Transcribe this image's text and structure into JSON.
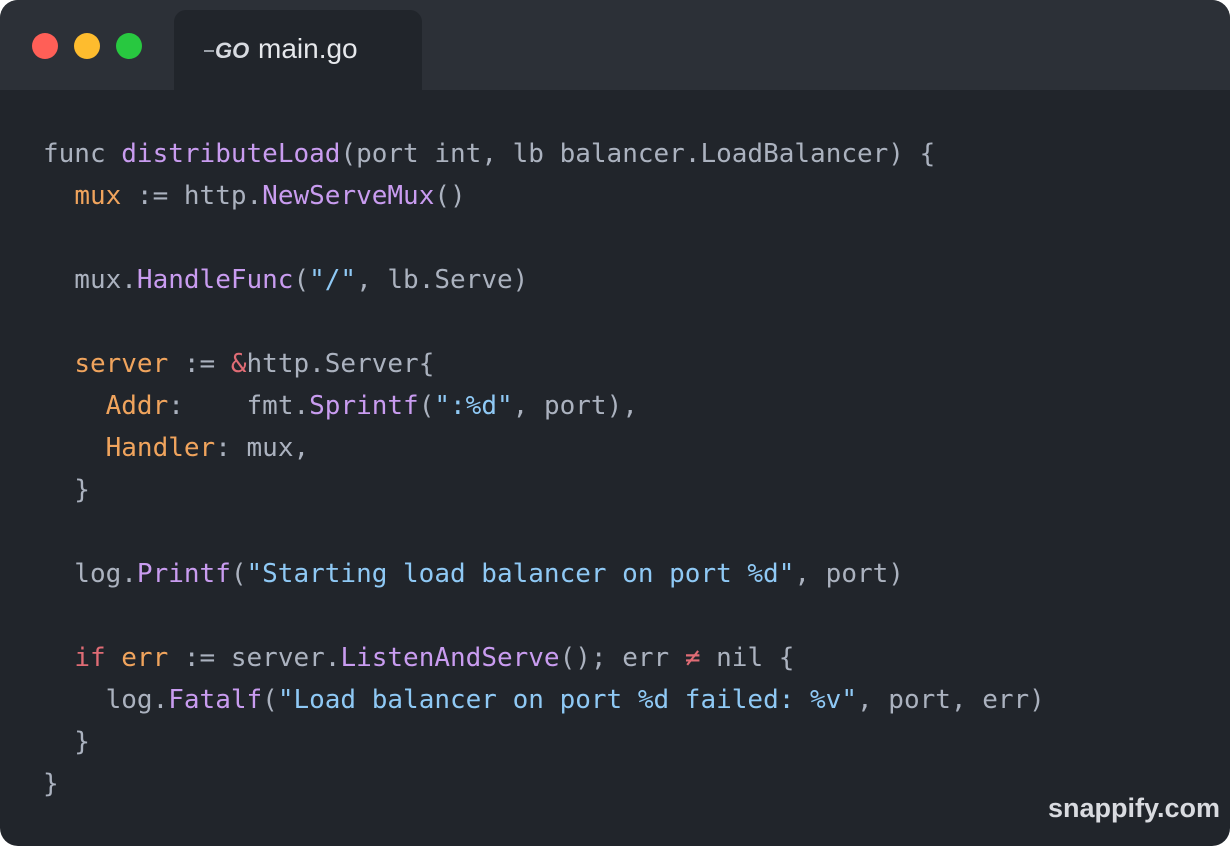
{
  "tab": {
    "icon": "go-logo-icon",
    "icon_text": "GO",
    "title": "main.go"
  },
  "code_lines": [
    [
      {
        "t": "func ",
        "c": "p"
      },
      {
        "t": "distributeLoad",
        "c": "f"
      },
      {
        "t": "(port int, lb balancer.LoadBalancer) {",
        "c": "p"
      }
    ],
    [
      {
        "t": "  ",
        "c": "p"
      },
      {
        "t": "mux",
        "c": "v"
      },
      {
        "t": " := http.",
        "c": "p"
      },
      {
        "t": "NewServeMux",
        "c": "f"
      },
      {
        "t": "()",
        "c": "p"
      }
    ],
    [],
    [
      {
        "t": "  mux.",
        "c": "p"
      },
      {
        "t": "HandleFunc",
        "c": "f"
      },
      {
        "t": "(",
        "c": "p"
      },
      {
        "t": "\"/\"",
        "c": "s"
      },
      {
        "t": ", lb.Serve)",
        "c": "p"
      }
    ],
    [],
    [
      {
        "t": "  ",
        "c": "p"
      },
      {
        "t": "server",
        "c": "v"
      },
      {
        "t": " := ",
        "c": "p"
      },
      {
        "t": "&",
        "c": "k"
      },
      {
        "t": "http.Server{",
        "c": "p"
      }
    ],
    [
      {
        "t": "    ",
        "c": "p"
      },
      {
        "t": "Addr",
        "c": "v"
      },
      {
        "t": ":    fmt.",
        "c": "p"
      },
      {
        "t": "Sprintf",
        "c": "f"
      },
      {
        "t": "(",
        "c": "p"
      },
      {
        "t": "\":%d\"",
        "c": "s"
      },
      {
        "t": ", port),",
        "c": "p"
      }
    ],
    [
      {
        "t": "    ",
        "c": "p"
      },
      {
        "t": "Handler",
        "c": "v"
      },
      {
        "t": ": mux,",
        "c": "p"
      }
    ],
    [
      {
        "t": "  }",
        "c": "p"
      }
    ],
    [],
    [
      {
        "t": "  log.",
        "c": "p"
      },
      {
        "t": "Printf",
        "c": "f"
      },
      {
        "t": "(",
        "c": "p"
      },
      {
        "t": "\"Starting load balancer on port %d\"",
        "c": "s"
      },
      {
        "t": ", port)",
        "c": "p"
      }
    ],
    [],
    [
      {
        "t": "  ",
        "c": "p"
      },
      {
        "t": "if",
        "c": "k"
      },
      {
        "t": " ",
        "c": "p"
      },
      {
        "t": "err",
        "c": "v"
      },
      {
        "t": " := server.",
        "c": "p"
      },
      {
        "t": "ListenAndServe",
        "c": "f"
      },
      {
        "t": "(); err ",
        "c": "p"
      },
      {
        "t": "≠",
        "c": "k"
      },
      {
        "t": " nil {",
        "c": "p"
      }
    ],
    [
      {
        "t": "    log.",
        "c": "p"
      },
      {
        "t": "Fatalf",
        "c": "f"
      },
      {
        "t": "(",
        "c": "p"
      },
      {
        "t": "\"Load balancer on port %d failed: %v\"",
        "c": "s"
      },
      {
        "t": ", port, err)",
        "c": "p"
      }
    ],
    [
      {
        "t": "  }",
        "c": "p"
      }
    ],
    [
      {
        "t": "}",
        "c": "p"
      }
    ]
  ],
  "watermark": "snappify.com",
  "colors": {
    "background": "#21252b",
    "titlebar": "#2c3037",
    "keyword": "#e06c75",
    "variable": "#f0a45d",
    "function": "#c99cf0",
    "string": "#8fc9f5",
    "plain": "#abb2bf"
  }
}
